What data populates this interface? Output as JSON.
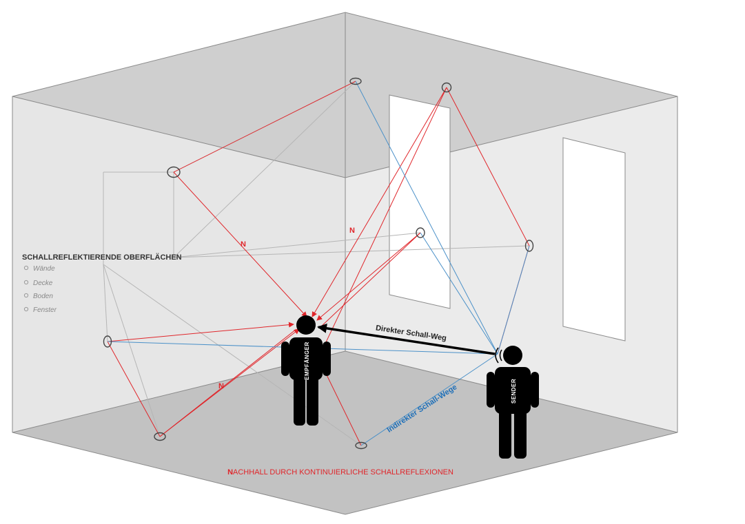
{
  "legend": {
    "title": "SCHALLREFLEKTIERENDE OBERFLÄCHEN",
    "items": [
      "Wände",
      "Decke",
      "Boden",
      "Fenster"
    ]
  },
  "reflection_tag": "N",
  "direct_path_label": "Direkter Schall-Weg",
  "indirect_path_label": "Indirekter Schall-Wege",
  "receiver_label": "EMPFÄNGER",
  "sender_label": "SENDER",
  "caption": {
    "lead": "N",
    "rest": "ACHHALL DURCH KONTINUIERLICHE SCHALLREFLEXIONEN"
  },
  "colors": {
    "reverb_path": "#e0252a",
    "indirect_path": "#4a90c8",
    "surface_link": "#b5b5b5",
    "person": "#000000",
    "wall": "#e6e6e6",
    "ceiling": "#cfcfcf",
    "floor": "#c2c2c2"
  },
  "icons": [
    "reflection-point-icon",
    "sound-wave-icon",
    "person-icon"
  ]
}
